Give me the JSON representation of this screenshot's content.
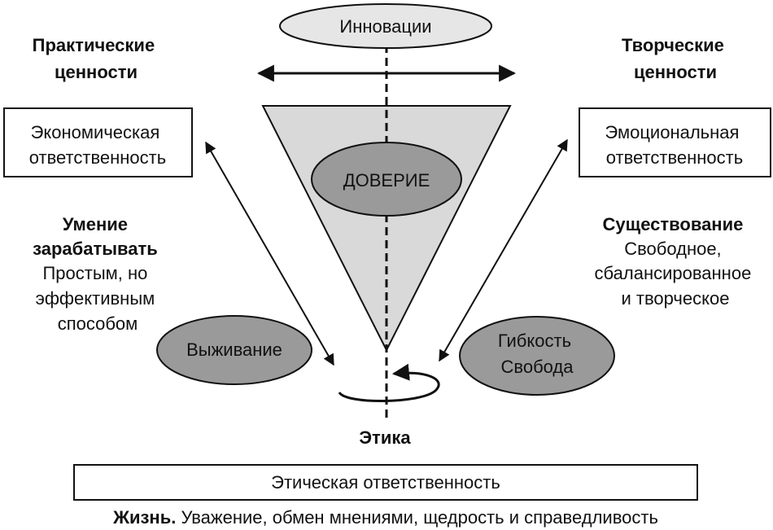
{
  "top": {
    "innovations": "Инновации"
  },
  "left": {
    "heading": [
      "Практические",
      "ценности"
    ],
    "box": [
      "Экономическая",
      "ответственность"
    ],
    "skill": {
      "title": [
        "Умение",
        "зарабатывать"
      ],
      "text": [
        "Простым, но",
        "эффективным",
        "способом"
      ]
    },
    "ellipse": "Выживание"
  },
  "right": {
    "heading": [
      "Творческие",
      "ценности"
    ],
    "box": [
      "Эмоциональная",
      "ответственность"
    ],
    "existence": {
      "title": "Существование",
      "text": [
        "Свободное,",
        "сбалансированное",
        "и творческое"
      ]
    },
    "ellipse": [
      "Гибкость",
      "Свобода"
    ]
  },
  "center": {
    "trust": "ДОВЕРИЕ",
    "ethics": "Этика"
  },
  "bottom": {
    "box": "Этическая ответственность",
    "footer_bold": "Жизнь.",
    "footer_text": " Уважение, обмен мнениями, щедрость и справедливость"
  },
  "colors": {
    "triangle_fill": "#d9d9d9",
    "light_ellipse": "#e6e6e6",
    "dark_ellipse": "#9a9a9a",
    "stroke": "#111111"
  }
}
